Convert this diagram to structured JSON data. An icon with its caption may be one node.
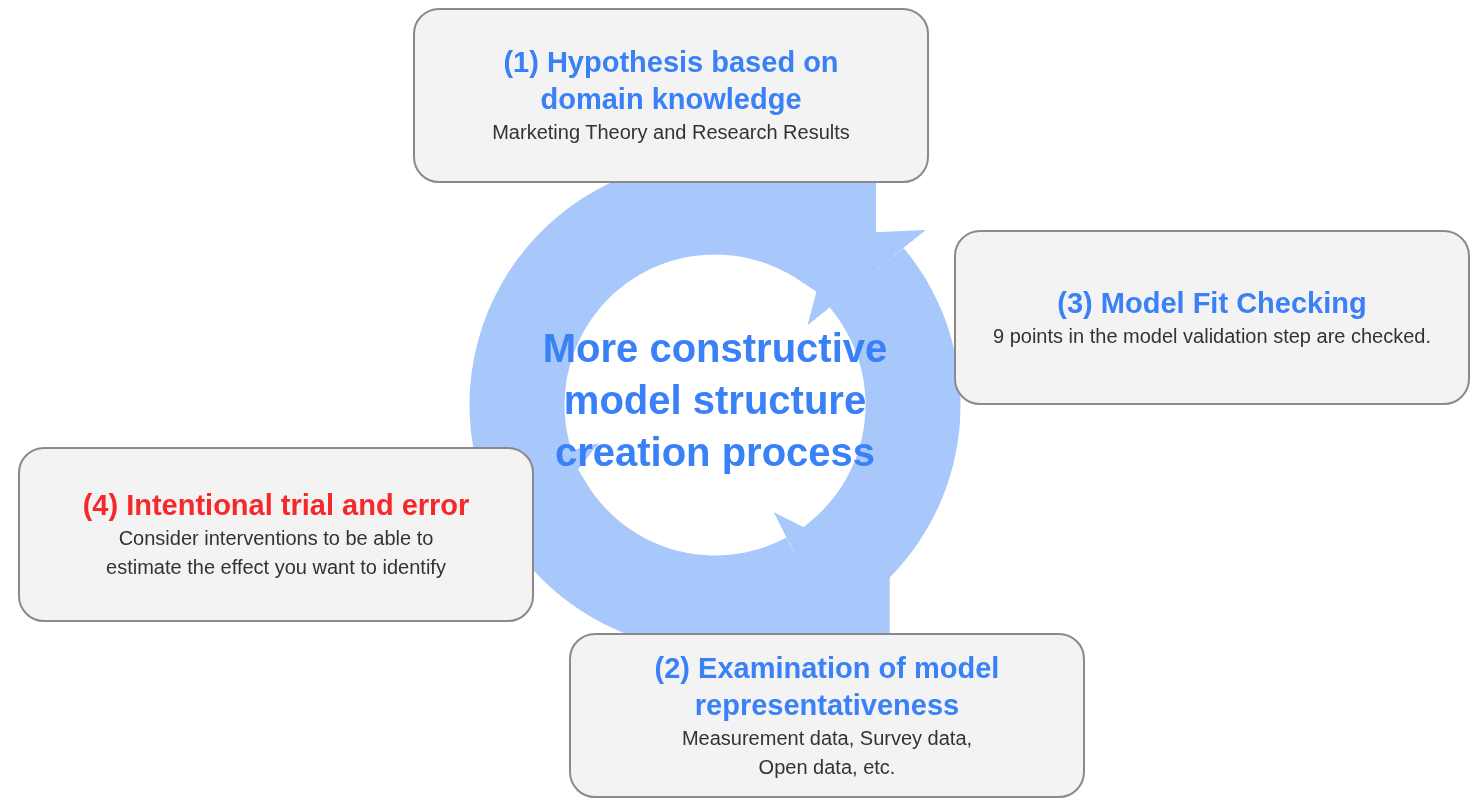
{
  "diagram": {
    "nodes": [
      {
        "text": [
          "(1) Hypothesis based on domain knowledge",
          "Marketing Theory and Research Results"
        ]
      },
      {
        "text": [
          "(3) Model Fit Checking",
          "9 points in the model validation step are checked."
        ]
      },
      {
        "text": [
          "(4) Intentional trial and error",
          "Consider interventions to be able to estimate the effect you want to identify"
        ]
      },
      {
        "text": [
          "(2) Examination of model representativeness",
          "Measurement data, Survey data, Open data, etc."
        ]
      }
    ],
    "edges": [
      {
        "from": 0,
        "to": 2,
        "arrow": "to"
      },
      {
        "from": 2,
        "to": 3,
        "arrow": "to"
      },
      {
        "from": 3,
        "to": 0,
        "arrow": "to"
      }
    ],
    "labels": [
      "More constructive model structure creation process"
    ]
  }
}
